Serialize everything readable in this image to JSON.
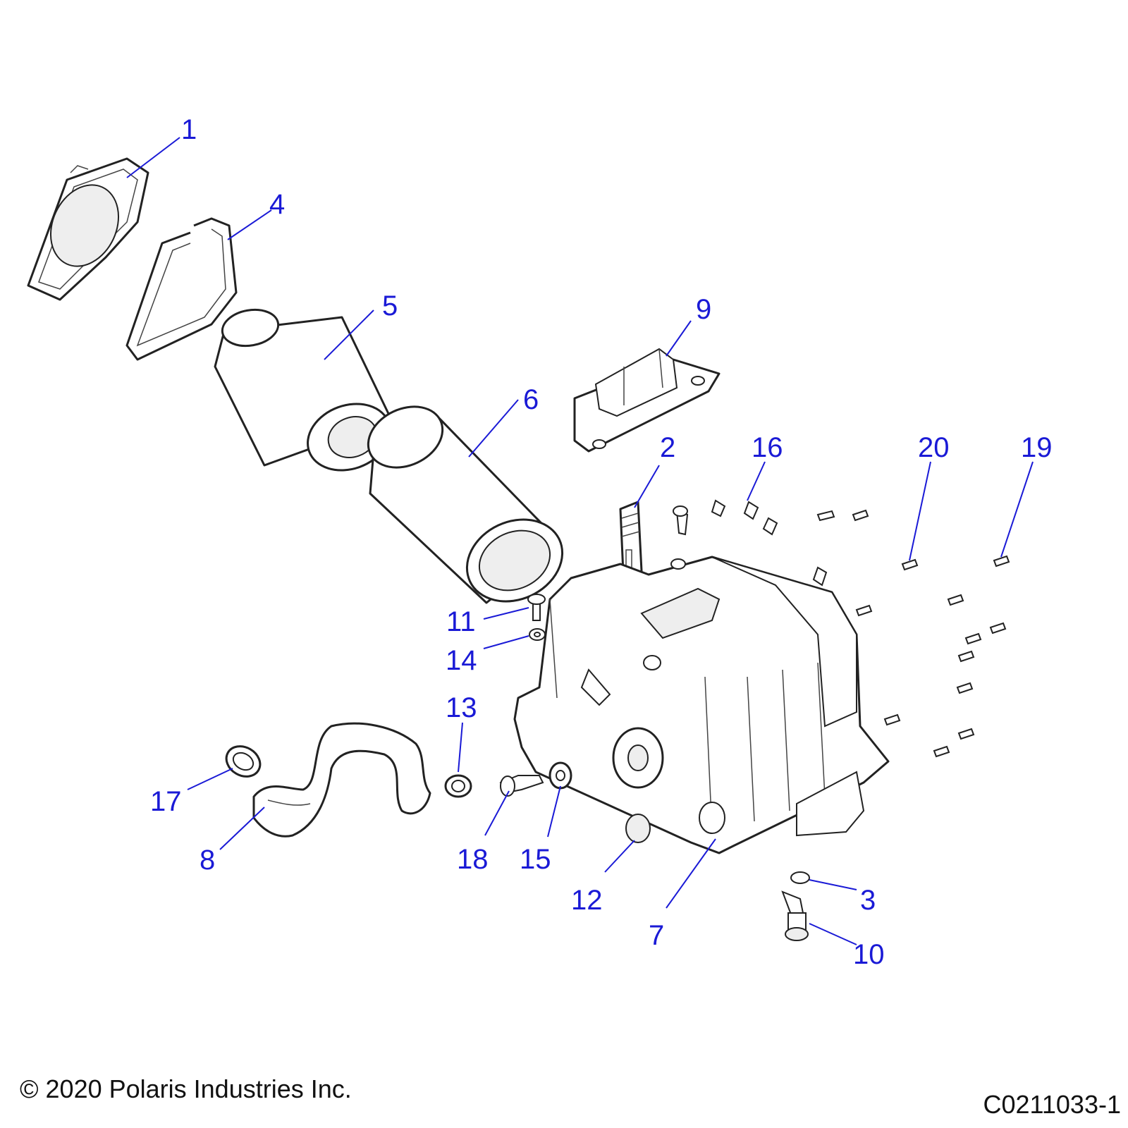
{
  "copyright": "© 2020 Polaris Industries Inc.",
  "drawing_number": "C0211033-1",
  "callouts": {
    "c1": "1",
    "c2": "2",
    "c3": "3",
    "c4": "4",
    "c5": "5",
    "c6": "6",
    "c7": "7",
    "c8": "8",
    "c9": "9",
    "c10": "10",
    "c11": "11",
    "c12": "12",
    "c13": "13",
    "c14": "14",
    "c15": "15",
    "c16": "16",
    "c17": "17",
    "c18": "18",
    "c19": "19",
    "c20": "20"
  },
  "colors": {
    "callout": "#1a1ad6",
    "line_art": "#222222"
  }
}
